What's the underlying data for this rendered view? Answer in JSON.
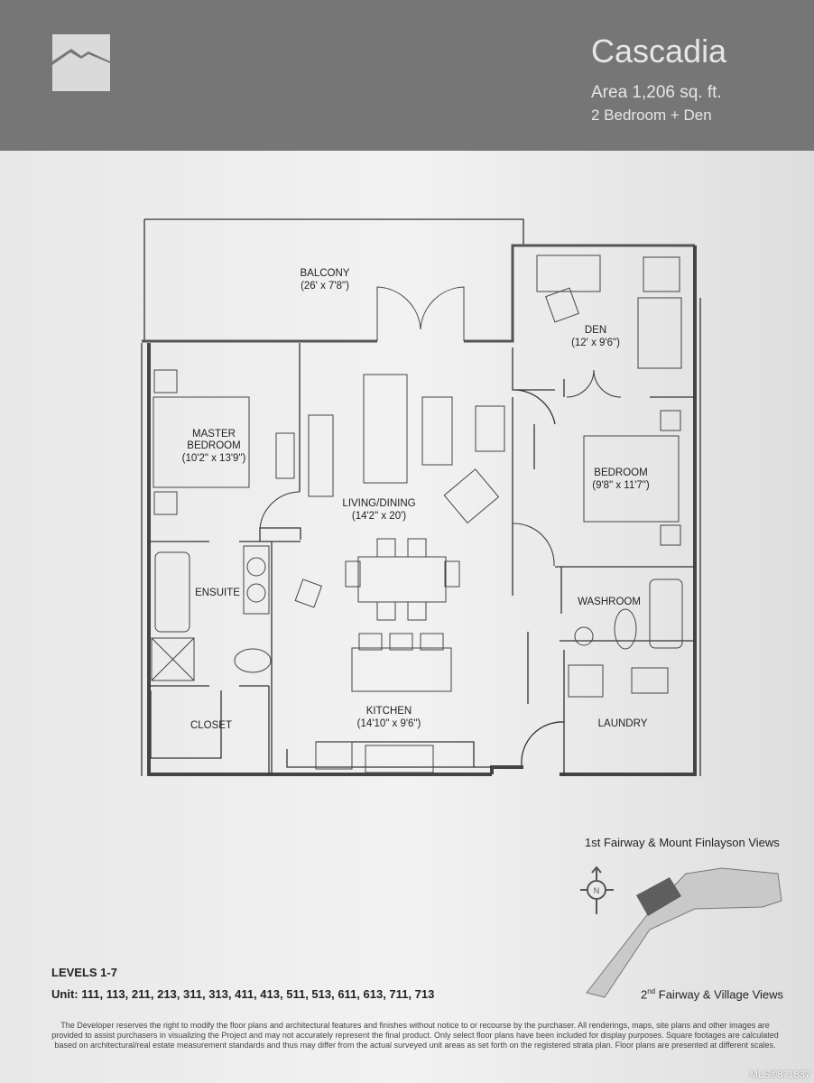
{
  "header": {
    "title": "Cascadia",
    "area": "Area 1,206 sq. ft.",
    "type": "2 Bedroom + Den"
  },
  "rooms": {
    "balcony": {
      "name": "BALCONY",
      "dims": "(26' x 7'8\")"
    },
    "den": {
      "name": "DEN",
      "dims": "(12' x 9'6\")"
    },
    "master": {
      "name1": "MASTER",
      "name2": "BEDROOM",
      "dims": "(10'2\" x 13'9\")"
    },
    "living": {
      "name": "LIVING/DINING",
      "dims": "(14'2\" x 20')"
    },
    "bedroom": {
      "name": "BEDROOM",
      "dims": "(9'8\" x 11'7\")"
    },
    "ensuite": {
      "name": "ENSUITE"
    },
    "washroom": {
      "name": "WASHROOM"
    },
    "closet": {
      "name": "CLOSET"
    },
    "kitchen": {
      "name": "KITCHEN",
      "dims": "(14'10\" x 9'6\")"
    },
    "laundry": {
      "name": "LAUNDRY"
    }
  },
  "keyplan": {
    "top_views": "1st Fairway & Mount Finlayson Views",
    "top_views_parts": [
      "1",
      "st",
      "Fairway & Mount Finlayson Views"
    ],
    "bottom_views_parts": [
      "2",
      "nd",
      "Fairway & Village Views"
    ],
    "compass": "N"
  },
  "footer": {
    "levels": "LEVELS 1-7",
    "units": "Unit: 111, 113, 211, 213, 311, 313, 411, 413, 511, 513, 611, 613, 711, 713",
    "disclaimer": "The Developer reserves the right to modify the floor plans and architectural features and finishes without notice to or recourse by the purchaser. All renderings, maps, site plans and other images are provided to assist purchasers in visualizing the Project and may not accurately represent the final product. Only select floor plans have been included for display purposes. Square footages are calculated based on architectural/real estate measurement standards and thus may differ from the actual surveyed unit areas as set forth on the registered strata plan. Floor plans are presented at different scales.",
    "watermark": "MLS®871837"
  }
}
